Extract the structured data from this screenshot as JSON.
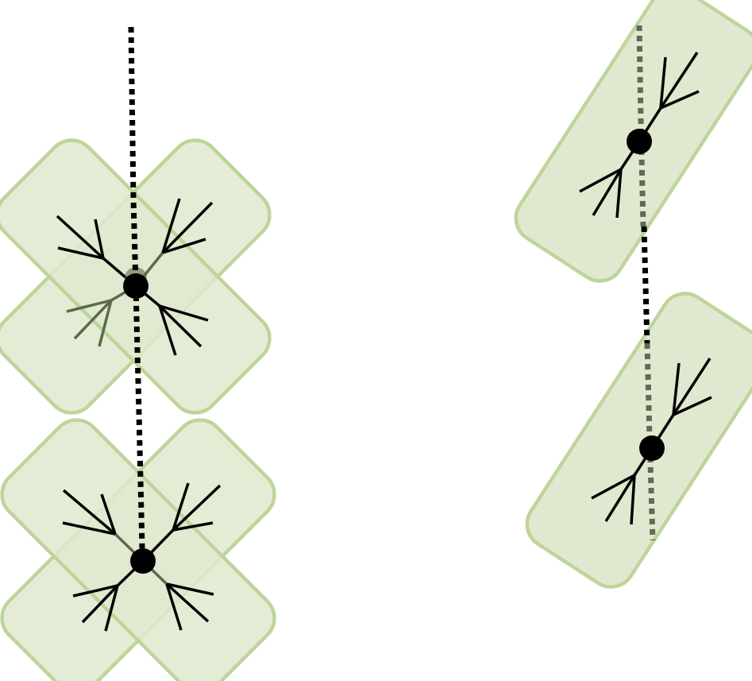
{
  "colors": {
    "background": "#ffffff",
    "leaf_fill": "#e0e9cf",
    "leaf_stroke": "#bdd59a",
    "branch": "#000000",
    "branch_occluded": "#5a6a4c",
    "fiber": "#000000",
    "fiber_occluded": "#5f6b55",
    "point": "#000000"
  },
  "panels": [
    {
      "name": "left-panel",
      "clusters": [
        {
          "name": "upper-cross-cluster",
          "type": "cross",
          "leaves": 2
        },
        {
          "name": "lower-cross-cluster",
          "type": "cross",
          "leaves": 2
        }
      ]
    },
    {
      "name": "right-panel",
      "clusters": [
        {
          "name": "upper-single-leaf-cluster",
          "type": "single",
          "leaves": 1
        },
        {
          "name": "lower-single-leaf-cluster",
          "type": "single",
          "leaves": 1
        }
      ]
    }
  ]
}
